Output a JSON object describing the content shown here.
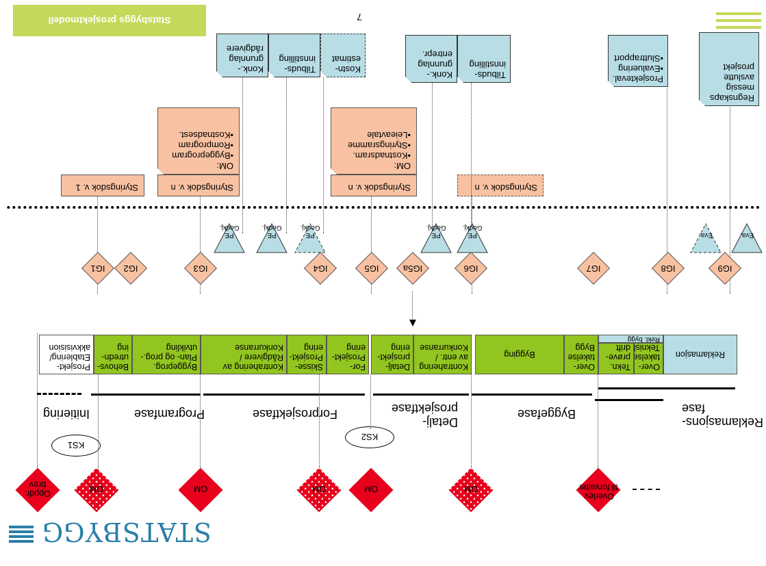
{
  "title": "Statsbyggs prosjektmodell",
  "page_number": "7",
  "logo_text": "STATSBYGG",
  "doc_boxes": [
    {
      "id": "konk-radgiver",
      "text": "Konk.-\ngrunnlag\nrådgivere"
    },
    {
      "id": "tilbud-innst-1",
      "text": "Tilbuds-\ninnstilling"
    },
    {
      "id": "kostn-estimat",
      "text": "Kostn-\nestimat"
    },
    {
      "id": "konk-entrepr",
      "text": "Konk.-\ngrunnlag\nentrepr."
    },
    {
      "id": "tilbud-innst-2",
      "text": "Tilbuds-\ninnstilling"
    },
    {
      "id": "prosjekteval",
      "text": "Prosjekteval.\n•Evaluering\n•Sluttrapport"
    },
    {
      "id": "regnskap",
      "text": "Regnskaps\nmessig\navslutte\nprosjekt"
    }
  ],
  "peach_boxes": [
    {
      "id": "styr-v1",
      "text": "Styringsdok v. 1"
    },
    {
      "id": "styr-vn-1",
      "text": "Styringsdok v. n"
    },
    {
      "id": "om-1",
      "text": "OM:\n•Byggeprogram\n•Romprogram\n•Kostnadsest."
    },
    {
      "id": "styr-vn-2",
      "text": "Styringsdok v. n"
    },
    {
      "id": "om-2",
      "text": "OM:\n•Kostnadsram.\n•Styringsramme\n•Leieavtale"
    },
    {
      "id": "styr-vn-3",
      "text": "Styringsdok v. n"
    }
  ],
  "pe_triangles": [
    {
      "id": "pe1",
      "text": "PE\nGodkj."
    },
    {
      "id": "pe2",
      "text": "PE\nGodkj."
    },
    {
      "id": "pe3",
      "text": "PE\nGodkj."
    },
    {
      "id": "pe4",
      "text": "PE\nGodkj."
    },
    {
      "id": "pe5",
      "text": "PE\nGodkj."
    },
    {
      "id": "eva1",
      "text": "Eva."
    },
    {
      "id": "eva2",
      "text": "Eva."
    }
  ],
  "ig_diamonds": [
    "IG1",
    "IG2",
    "IG3",
    "IG4",
    "IG5",
    "IG5a",
    "IG6",
    "IG7",
    "IG8",
    "IG9"
  ],
  "phase_boxes": [
    {
      "id": "prosjekt-etab",
      "text": "Prosjekt-\nEtablering/\nakkvisision"
    },
    {
      "id": "behovsutred",
      "text": "Behovs-\nutredn-\ning"
    },
    {
      "id": "byggeprog",
      "text": "Byggeprog.\nPlan- og prog.-\nutvikling"
    },
    {
      "id": "kontrah-radg",
      "text": "Kontrahering av\nRådgivere /\nKonkurranse"
    },
    {
      "id": "skisse",
      "text": "Skisse-\nProsjekt-\nering"
    },
    {
      "id": "forprosj",
      "text": "For-\nProsjekt-\nering"
    },
    {
      "id": "detaljprosj",
      "text": "Detalj-\nprosjekt-\nering"
    },
    {
      "id": "kontrah-entr",
      "text": "Kontrahering\nav entr. /\nKonkurranse"
    },
    {
      "id": "bygging",
      "text": "Bygging"
    },
    {
      "id": "overtak-bygg",
      "text": "Over-\ntakelse\nBygg"
    },
    {
      "id": "tekn-prove",
      "text": "Tekn.\nprøve-\ndrift"
    },
    {
      "id": "overtak-teknisk",
      "text": "Over-\ntakelse\nTeknisk"
    },
    {
      "id": "rekl-bygg",
      "text": "Rekl. bygg"
    },
    {
      "id": "reklamasjon",
      "text": "Reklamasjon"
    }
  ],
  "phase_labels": [
    {
      "id": "initiering",
      "text": "Initiering"
    },
    {
      "id": "programfase",
      "text": "Programfase"
    },
    {
      "id": "forprosjektfase",
      "text": "Forprosjektfase"
    },
    {
      "id": "detaljprosjektfase",
      "text": "Detalj-\nprosjektfase"
    },
    {
      "id": "byggefase",
      "text": "Byggefase"
    },
    {
      "id": "reklamasjonsfase",
      "text": "Reklamasjons-\nfase"
    }
  ],
  "ks_labels": [
    "KS1",
    "KS2"
  ],
  "om_diamonds": [
    {
      "id": "oppdr",
      "text": "Oppdr.\nbrev",
      "style": "solid"
    },
    {
      "id": "om-a",
      "text": "OM",
      "style": "dotted"
    },
    {
      "id": "om-b",
      "text": "OM",
      "style": "solid"
    },
    {
      "id": "om-c",
      "text": "OM",
      "style": "dotted"
    },
    {
      "id": "om-d",
      "text": "OM",
      "style": "solid"
    },
    {
      "id": "om-e",
      "text": "OM",
      "style": "dotted"
    },
    {
      "id": "overlev",
      "text": "Overlev.\ntil forvalter",
      "style": "solid"
    }
  ],
  "colors": {
    "green": "#92c51f",
    "lightblue": "#b8dde5",
    "peach": "#f8c2a2",
    "red": "#e8001c",
    "lime": "#c6d85a",
    "logo": "#2b7fa8"
  }
}
